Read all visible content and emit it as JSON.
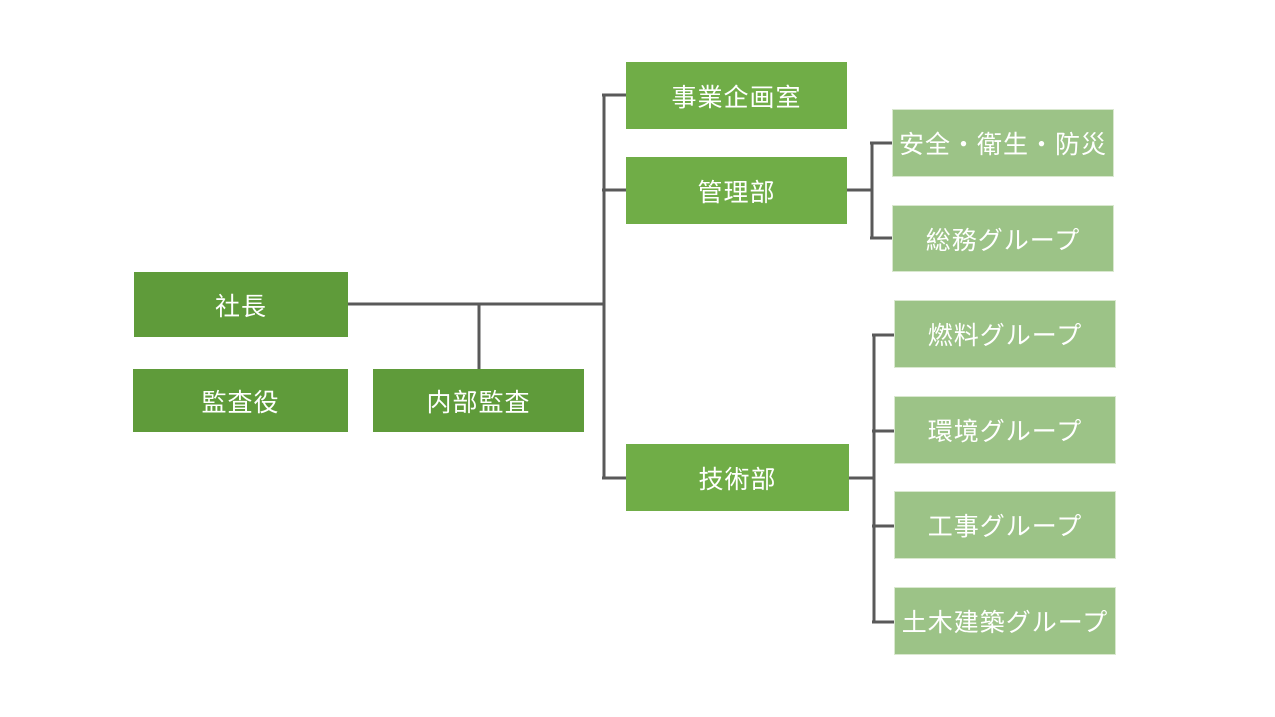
{
  "org_chart": {
    "president": "社長",
    "auditor": "監査役",
    "internal_audit": "内部監査",
    "business_planning": "事業企画室",
    "management": {
      "label": "管理部",
      "groups": [
        "安全・衛生・防災",
        "総務グループ"
      ]
    },
    "engineering": {
      "label": "技術部",
      "groups": [
        "燃料グループ",
        "環境グループ",
        "工事グループ",
        "土木建築グループ"
      ]
    }
  },
  "colors": {
    "executive": "#5f9b3a",
    "department": "#70ad47",
    "group": "#9cc387",
    "connector": "#595959"
  }
}
